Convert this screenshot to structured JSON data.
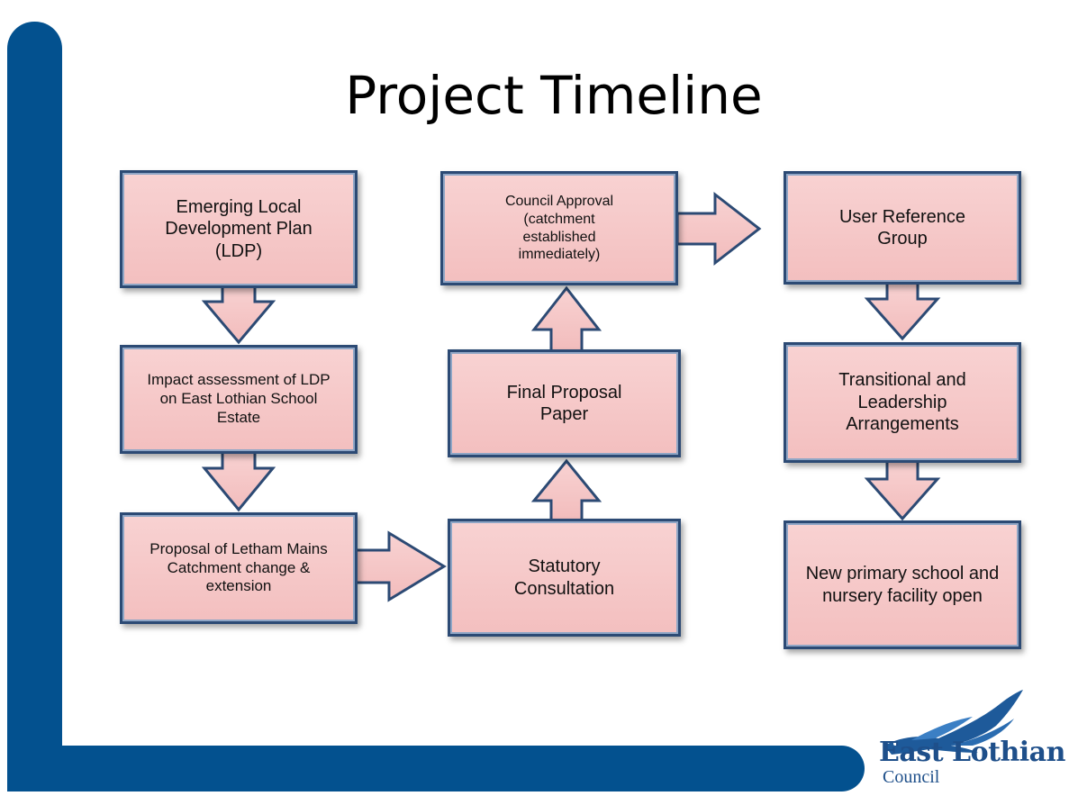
{
  "title": "Project Timeline",
  "steps": {
    "ldp": "Emerging Local Development Plan (LDP)",
    "impact": "Impact assessment of LDP on East Lothian School Estate",
    "proposal": "Proposal of Letham Mains Catchment change & extension",
    "consultation": "Statutory Consultation",
    "final_paper": "Final Proposal Paper",
    "approval": "Council Approval (catchment established immediately)",
    "user_group": "User Reference Group",
    "transitional": "Transitional and Leadership Arrangements",
    "new_school": "New primary school and nursery facility open"
  },
  "logo": {
    "name": "East Lothian",
    "sub": "Council"
  },
  "colors": {
    "frame": "#03518f",
    "box_fill": "#f5c6c6",
    "box_border": "#2c4a74"
  }
}
